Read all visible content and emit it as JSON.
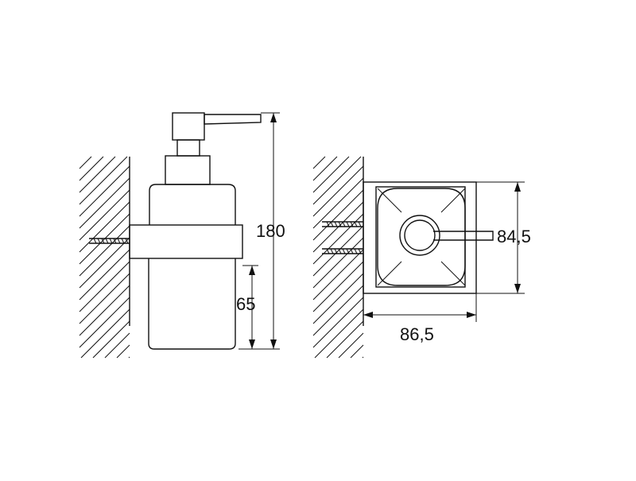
{
  "drawing": {
    "side_view": {
      "dim_height_total": "180",
      "dim_height_cup": "65"
    },
    "top_view": {
      "dim_depth": "84,5",
      "dim_width": "86,5"
    },
    "colors": {
      "line": "#111111",
      "background": "#ffffff"
    }
  }
}
